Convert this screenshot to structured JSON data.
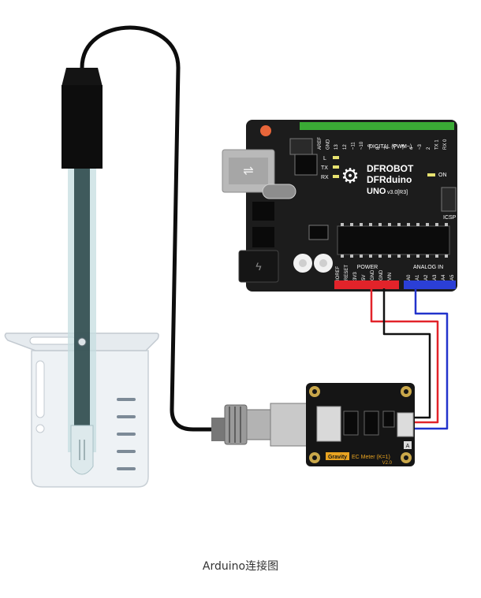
{
  "caption": "Arduino连接图",
  "board": {
    "brand": "DFROBOT",
    "model": "DFRduino",
    "version": "UNO",
    "revision": "v3.0[R3]",
    "header_digital": "DIGITAL (PWM~)",
    "header_analog": "ANALOG IN",
    "header_power": "POWER",
    "icsp": "ICSP",
    "on": "ON",
    "led_l": "L",
    "led_tx": "TX",
    "led_rx": "RX",
    "digital_pins": [
      "AREF",
      "GND",
      "13",
      "12",
      "~11",
      "~10",
      "~9",
      "8",
      "7",
      "~6",
      "~5",
      "4",
      "~3",
      "2",
      "TX 1",
      "RX 0"
    ],
    "power_pins": [
      "IOREF",
      "RESET",
      "3V3",
      "5V",
      "GND",
      "GND",
      "VIN"
    ],
    "analog_pins": [
      "A0",
      "A1",
      "A2",
      "A3",
      "A4",
      "A5"
    ]
  },
  "module": {
    "brand": "Gravity",
    "name": "EC Meter (K=1)",
    "version": "V2.0"
  },
  "colors": {
    "wire_red": "#e2232a",
    "wire_black": "#111111",
    "wire_blue": "#2233cc",
    "board": "#1c1c1c",
    "header_green": "#3aaa35",
    "header_red": "#e2232a",
    "header_blue": "#2b3fd6"
  }
}
